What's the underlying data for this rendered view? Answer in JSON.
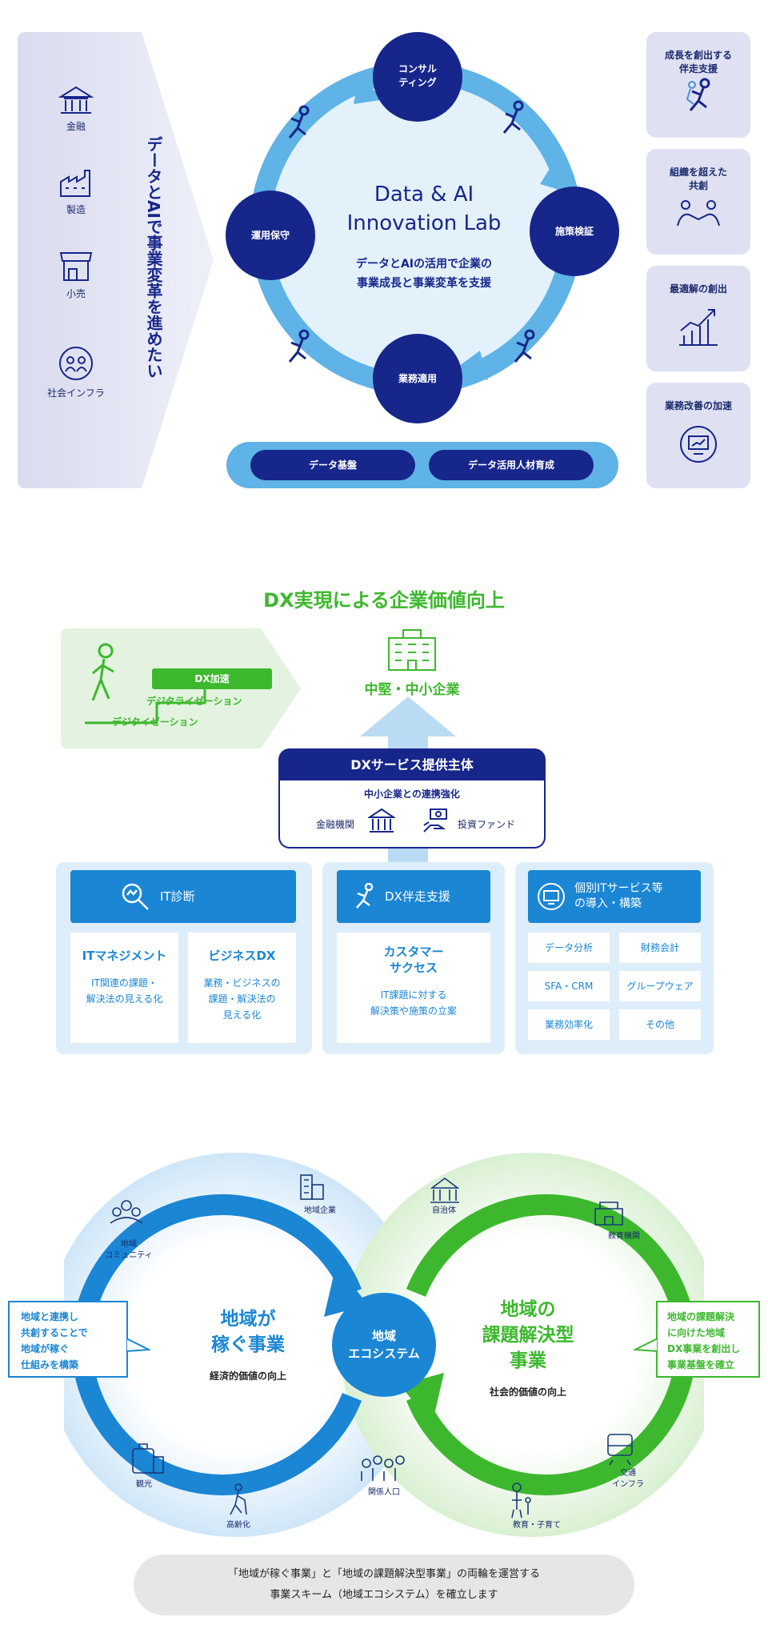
{
  "section1": {
    "industries": [
      "金融",
      "製造",
      "小売",
      "社会インフラ"
    ],
    "vertical_text": "データとAIで事業変革を進めたい",
    "lab_title_1": "Data & AI",
    "lab_title_2": "Innovation Lab",
    "lab_desc_1": "データとAIの活用で企業の",
    "lab_desc_2": "事業成長と事業変革を支援",
    "nodes": {
      "top": [
        "コンサル",
        "ティング"
      ],
      "right": "施策検証",
      "bottom": "業務適用",
      "left": "運用保守"
    },
    "foundation": [
      "データ基盤",
      "データ活用人材育成"
    ],
    "values": [
      [
        "成長を創出する",
        "伴走支援"
      ],
      [
        "組織を超えた",
        "共創"
      ],
      [
        "最適解の創出"
      ],
      [
        "業務改善の加速"
      ]
    ],
    "colors": {
      "navy": "#17268a",
      "ring": "#5fb3e6",
      "panel": "#dfe1f3"
    }
  },
  "section2": {
    "title": "DX実現による企業価値向上",
    "stairs": [
      "DX加速",
      "デジタライゼーション",
      "デジタイゼーション"
    ],
    "target": "中堅・中小企業",
    "provider": {
      "title": "DXサービス提供主体",
      "subtitle": "中小企業との連携強化",
      "item1": "金融機関",
      "item2": "投資ファンド"
    },
    "it_diag": {
      "header": "IT診断",
      "card1_title": "ITマネジメント",
      "card1_text": [
        "IT関連の課題・",
        "解決法の見える化"
      ],
      "card2_title": "ビジネスDX",
      "card2_text": [
        "業務・ビジネスの",
        "課題・解決法の",
        "見える化"
      ]
    },
    "dx_support": {
      "header": "DX伴走支援",
      "card_title": [
        "カスタマー",
        "サクセス"
      ],
      "card_text": [
        "IT課題に対する",
        "解決策や施策の立案"
      ]
    },
    "it_services": {
      "header": [
        "個別ITサービス等",
        "の導入・構築"
      ],
      "items": [
        "データ分析",
        "財務会計",
        "SFA・CRM",
        "グループウェア",
        "業務効率化",
        "その他"
      ]
    },
    "colors": {
      "green": "#3db82e",
      "blue": "#1a86d4",
      "light": "#ddeefa"
    }
  },
  "section3": {
    "left_title": [
      "地域が",
      "稼ぐ事業"
    ],
    "left_sub": "経済的価値の向上",
    "center": [
      "地域",
      "エコシステム"
    ],
    "right_title": [
      "地域の",
      "課題解決型",
      "事業"
    ],
    "right_sub": "社会的価値の向上",
    "left_callout": [
      "地域と連携し",
      "共創することで",
      "地域が稼ぐ",
      "仕組みを構築"
    ],
    "right_callout": [
      "地域の課題解決",
      "に向けた地域",
      "DX事業を創出し",
      "事業基盤を確立"
    ],
    "icons": {
      "community": [
        "地域",
        "コミュニティ"
      ],
      "company": "地域企業",
      "local_gov": "自治体",
      "education": "教育機関",
      "tourism": "観光",
      "aging": "高齢化",
      "related_pop": "関係人口",
      "childcare": "教育・子育て",
      "transport": [
        "交通",
        "インフラ"
      ]
    },
    "bottom": [
      "「地域が稼ぐ事業」と「地域の課題解決型事業」の両輪を運営する",
      "事業スキーム（地域エコシステム）を確立します"
    ]
  }
}
